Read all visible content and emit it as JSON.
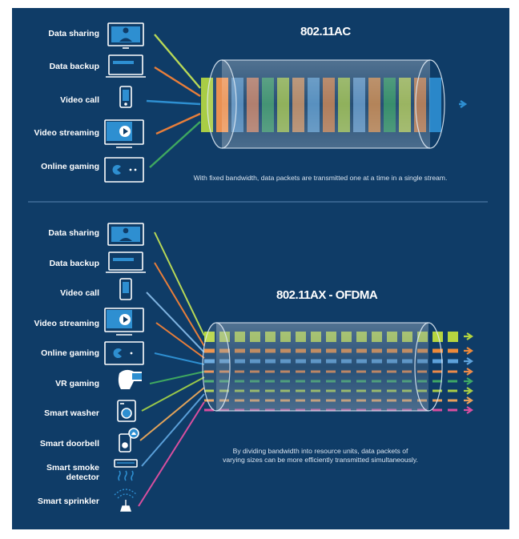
{
  "top": {
    "title": "802.11AC",
    "caption": "With fixed bandwidth, data packets are transmitted one at a time in a single stream.",
    "devices": [
      {
        "label": "Data sharing",
        "icon": "monitor-person-icon",
        "line_color": "#b8d957"
      },
      {
        "label": "Data backup",
        "icon": "laptop-icon",
        "line_color": "#e87e3a"
      },
      {
        "label": "Video call",
        "icon": "phone-icon",
        "line_color": "#2e8fd1"
      },
      {
        "label": "Video streaming",
        "icon": "tv-play-icon",
        "line_color": "#e87e3a"
      },
      {
        "label": "Online gaming",
        "icon": "tv-pacman-icon",
        "line_color": "#3fa860"
      }
    ],
    "packet_colors": [
      "#a9cd45",
      "#e8843e",
      "#5b9bd5",
      "#e9885d",
      "#3ea865",
      "#b5d53f",
      "#ec9a58",
      "#5ea2db",
      "#e8843e",
      "#b5d53f",
      "#6aa4da",
      "#ee8e3a",
      "#2b9f59",
      "#c6db47",
      "#e8843e",
      "#2a87c9"
    ]
  },
  "bottom": {
    "title": "802.11AX - OFDMA",
    "caption_line1": "By dividing bandwidth into resource units, data packets of",
    "caption_line2": "varying sizes can be more efficiently transmitted simultaneously.",
    "devices": [
      {
        "label": "Data sharing",
        "icon": "monitor-person-icon",
        "line_color": "#b8d957"
      },
      {
        "label": "Data backup",
        "icon": "laptop-icon",
        "line_color": "#e87e3a"
      },
      {
        "label": "Video call",
        "icon": "phone-icon",
        "line_color": "#7fb3e0"
      },
      {
        "label": "Video streaming",
        "icon": "tv-play-icon",
        "line_color": "#e87e3a"
      },
      {
        "label": "Online gaming",
        "icon": "tv-pacman-icon",
        "line_color": "#2e8fd1"
      },
      {
        "label": "VR gaming",
        "icon": "vr-headset-icon",
        "line_color": "#3fa860"
      },
      {
        "label": "Smart washer",
        "icon": "washer-icon",
        "line_color": "#9ac84a"
      },
      {
        "label": "Smart doorbell",
        "icon": "doorbell-icon",
        "line_color": "#e2a35a"
      },
      {
        "label": "Smart smoke detector",
        "label_line1": "Smart smoke",
        "label_line2": "detector",
        "icon": "smoke-detector-icon",
        "line_color": "#5a9fd8"
      },
      {
        "label": "Smart sprinkler",
        "icon": "sprinkler-icon",
        "line_color": "#d94f9f"
      }
    ],
    "streams": [
      {
        "color": "#b5d53f",
        "style": "blocks"
      },
      {
        "color": "#ee8a3a",
        "style": "dashes"
      },
      {
        "color": "#5ea2db",
        "style": "dashes"
      },
      {
        "color": "#ec8a4a",
        "style": "thin-dashes"
      },
      {
        "color": "#3ea865",
        "style": "thin-dashes"
      },
      {
        "color": "#a9cd45",
        "style": "thin-dashes"
      },
      {
        "color": "#e8a05a",
        "style": "thin-dashes"
      },
      {
        "color": "#d94f9f",
        "style": "thin-dashes"
      }
    ]
  },
  "divider_color": "#5a85b0",
  "background_color": "#0f3c67"
}
